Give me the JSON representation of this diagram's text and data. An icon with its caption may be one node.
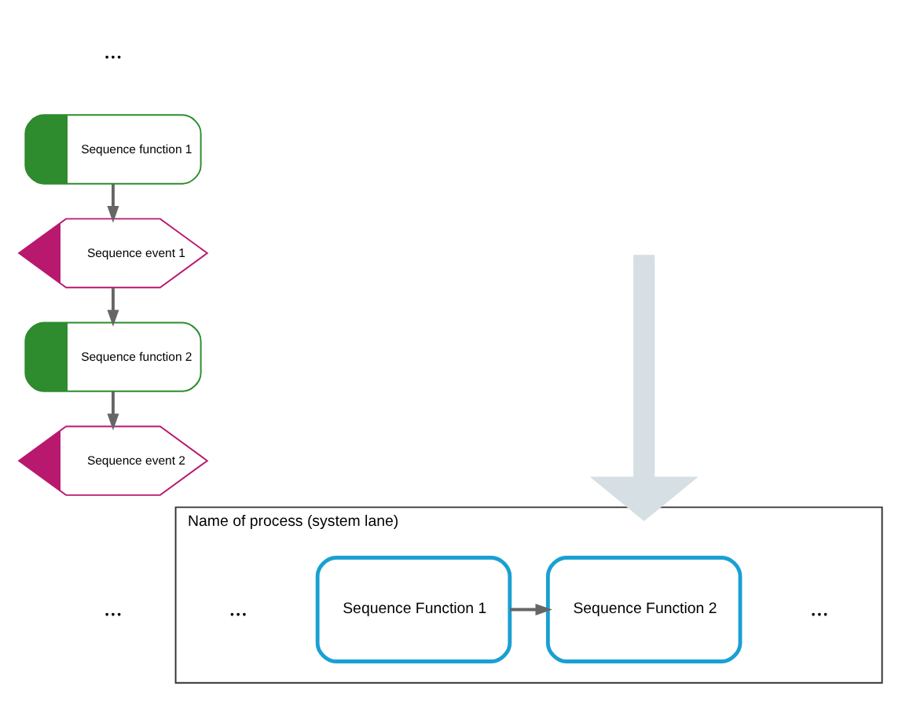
{
  "diagram": {
    "nodes": [
      {
        "text": [
          "Sequence function 1"
        ]
      },
      {
        "text": [
          "Sequence event 1"
        ]
      },
      {
        "text": [
          "Sequence function 2"
        ]
      },
      {
        "text": [
          "Sequence event 2"
        ]
      },
      {
        "text": [
          "Name of process (system lane)"
        ]
      },
      {
        "text": [
          "Sequence Function 1"
        ],
        "in": 4
      },
      {
        "text": [
          "Sequence Function 2"
        ],
        "in": 4
      }
    ],
    "edges": [
      {
        "from": 0,
        "to": 1,
        "arrow": "to"
      },
      {
        "from": 1,
        "to": 2,
        "arrow": "to"
      },
      {
        "from": 2,
        "to": 3,
        "arrow": "to"
      },
      {
        "from": null,
        "to": 4,
        "arrow": "to",
        "style": "thick",
        "color": "#d5dfe4"
      },
      {
        "from": 5,
        "to": 6,
        "arrow": "to"
      }
    ],
    "labels": [
      "...",
      "...",
      "...",
      "..."
    ]
  }
}
